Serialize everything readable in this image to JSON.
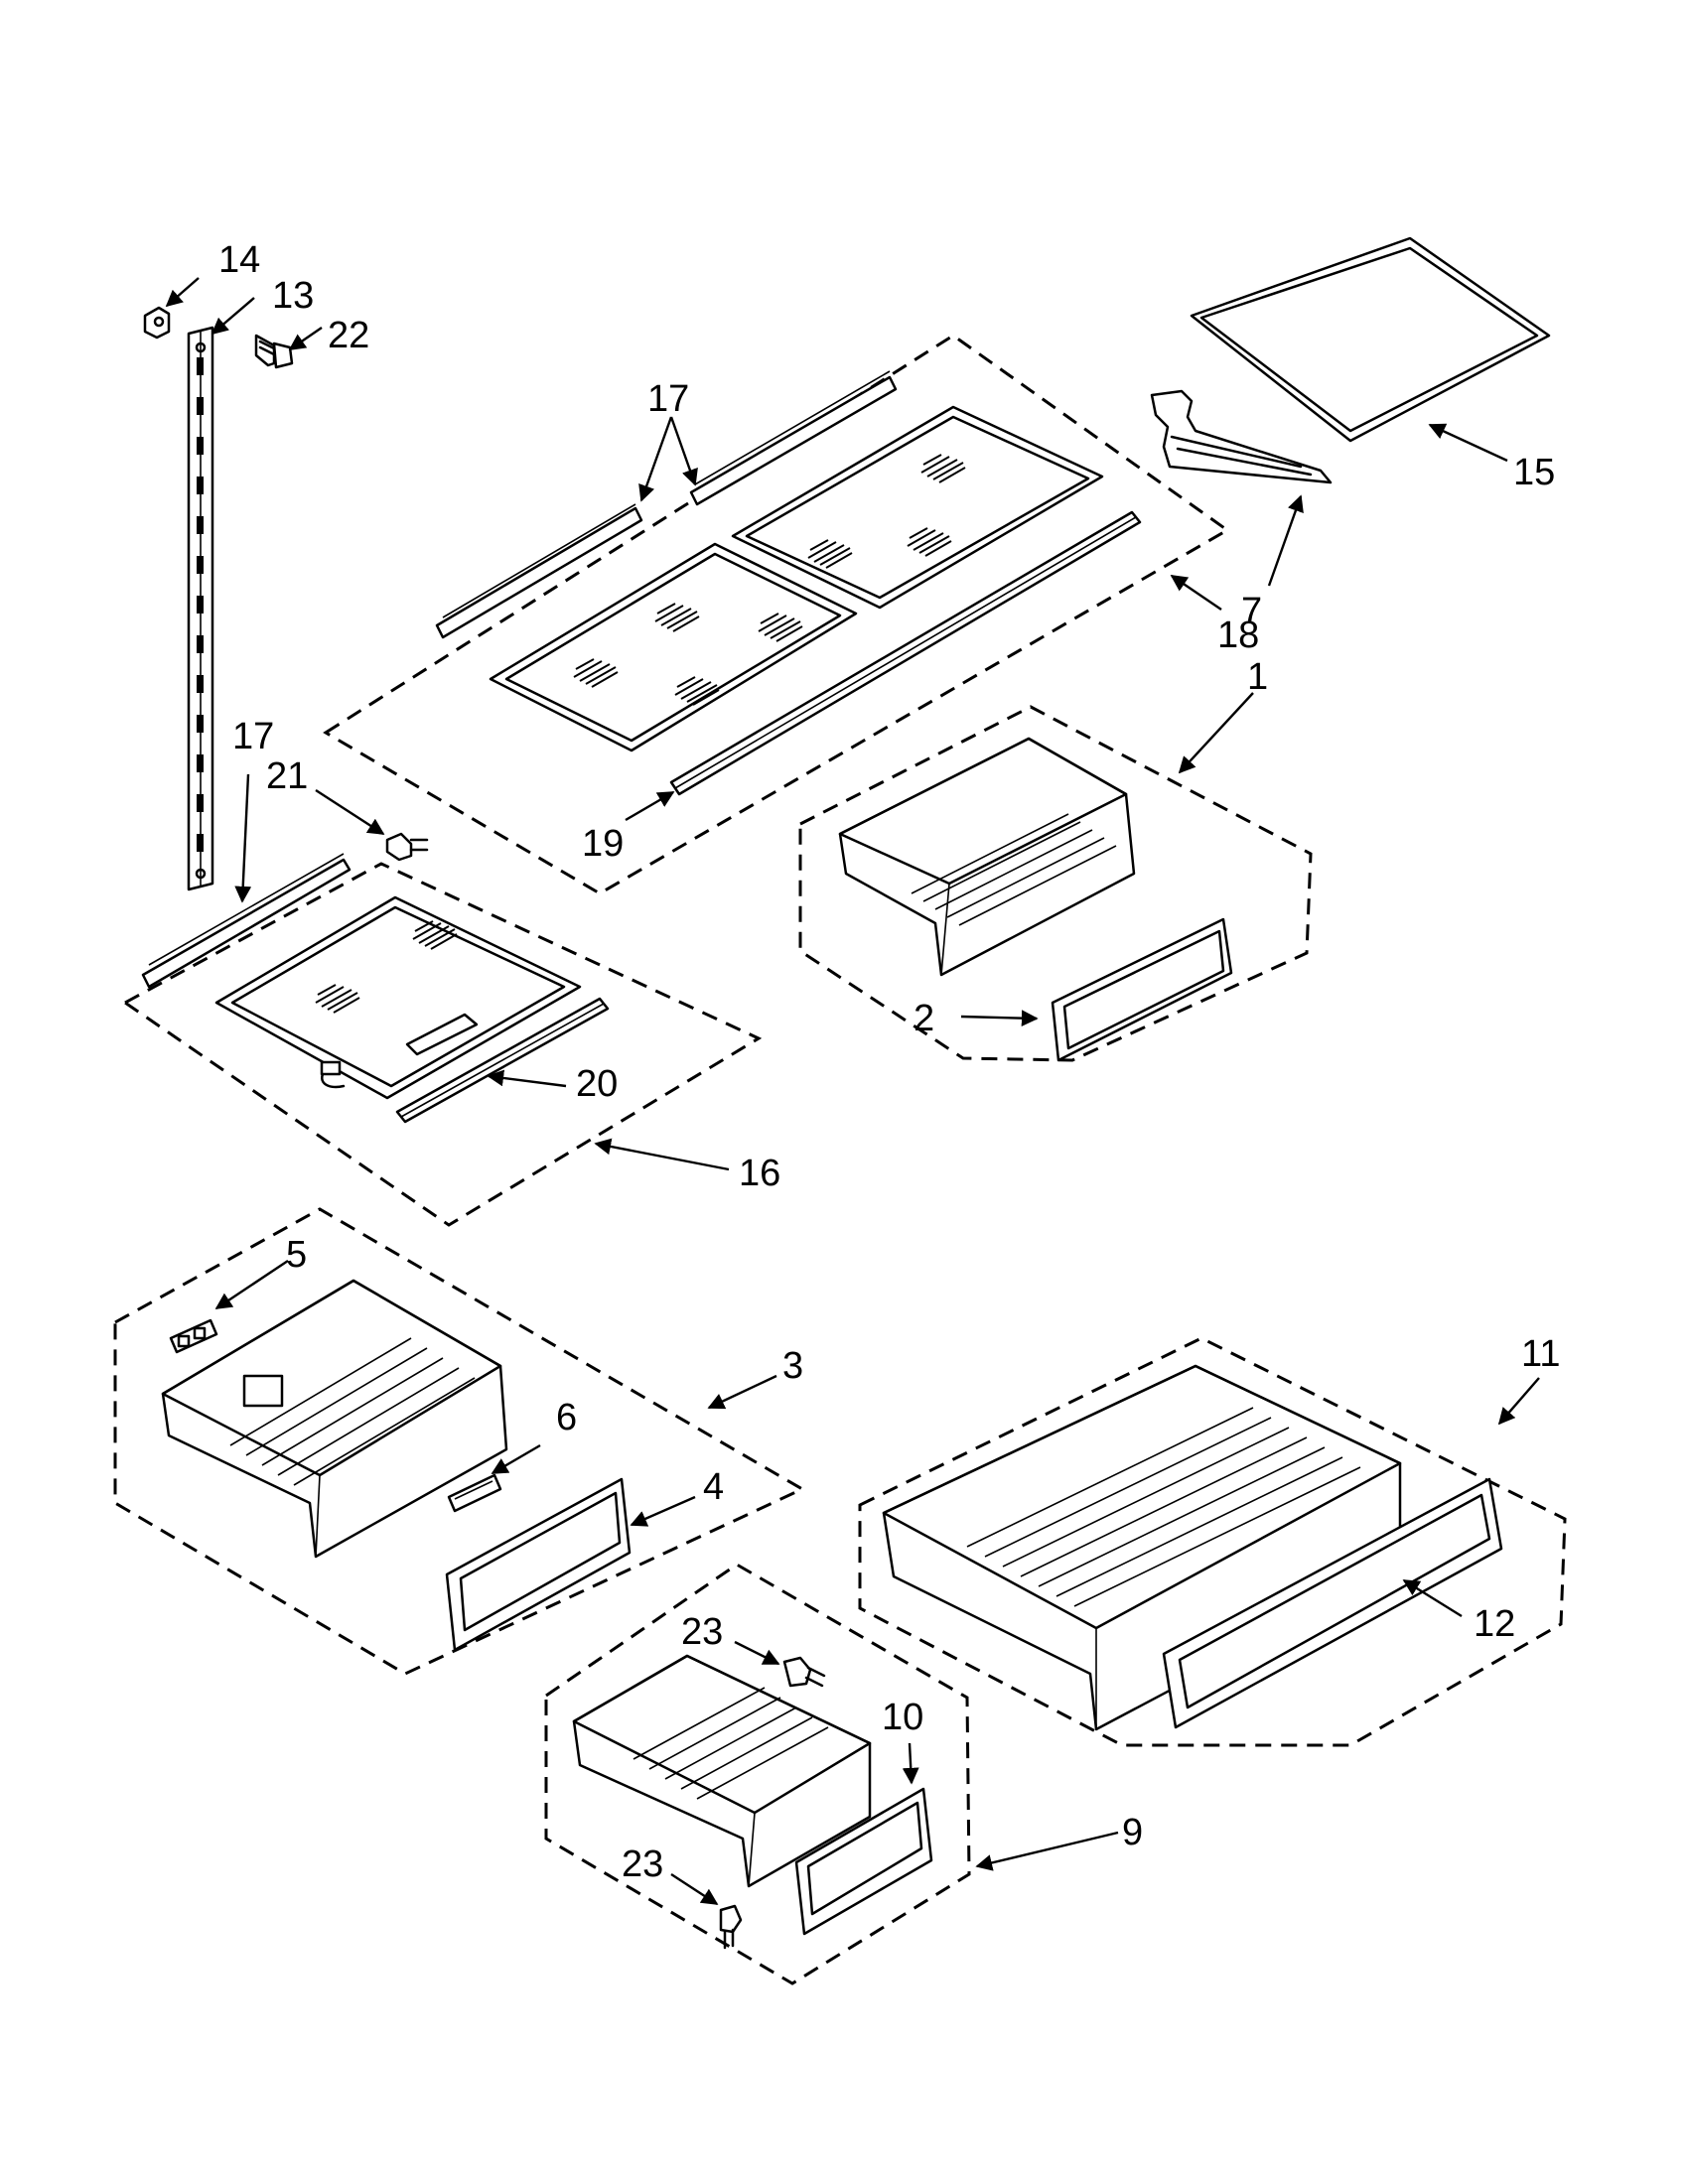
{
  "diagram": {
    "callouts": {
      "c1": "1",
      "c2": "2",
      "c3": "3",
      "c4": "4",
      "c5": "5",
      "c6": "6",
      "c7": "7",
      "c9": "9",
      "c10": "10",
      "c11": "11",
      "c12": "12",
      "c13": "13",
      "c14": "14",
      "c15": "15",
      "c16": "16",
      "c17a": "17",
      "c17b": "17",
      "c18": "18",
      "c19": "19",
      "c20": "20",
      "c21": "21",
      "c22": "22",
      "c23a": "23",
      "c23b": "23"
    }
  }
}
